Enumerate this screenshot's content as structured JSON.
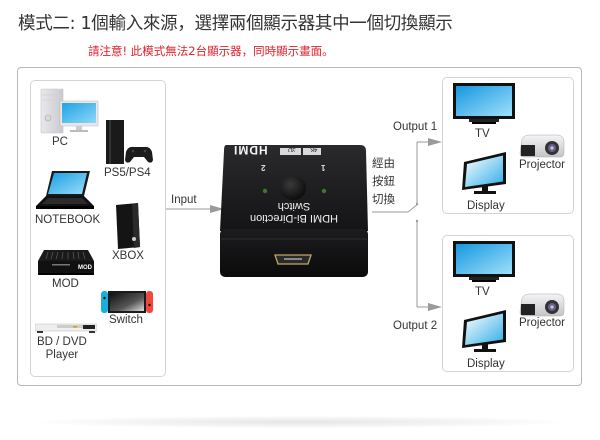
{
  "header": {
    "title": "模式二: 1個輸入來源，選擇兩個顯示器其中一個切換顯示",
    "notice": "請注意!  此模式無法2台顯示器，同時顯示畫面。"
  },
  "colors": {
    "notice": "#e0202a",
    "arrow": "#999999",
    "screen_blue": "#29a8e8"
  },
  "sources": {
    "items": [
      {
        "label": "PC",
        "icon": "desktop-pc-icon"
      },
      {
        "label": "PS5/PS4",
        "icon": "game-console-icon"
      },
      {
        "label": "NOTEBOOK",
        "icon": "laptop-icon"
      },
      {
        "label": "XBOX",
        "icon": "xbox-console-icon"
      },
      {
        "label": "MOD",
        "icon": "set-top-box-icon"
      },
      {
        "label": "Switch",
        "icon": "nintendo-switch-icon"
      },
      {
        "label_line1": "BD / DVD",
        "label_line2": "Player",
        "icon": "disc-player-icon"
      }
    ],
    "mod_badge": "MOD"
  },
  "input_label": "Input",
  "device": {
    "brand": "HDMI",
    "badge_3d": "3D",
    "badge_4k": "4K",
    "port2": "2",
    "port1": "1",
    "name_line1": "HDMI Bi-Direction",
    "name_line2": "Switch"
  },
  "switch_label": {
    "line1": "經由",
    "line2": "按鈕",
    "line3": "切換"
  },
  "outputs": [
    {
      "label": "Output 1",
      "devices": [
        "TV",
        "Projector",
        "Display"
      ]
    },
    {
      "label": "Output 2",
      "devices": [
        "TV",
        "Projector",
        "Display"
      ]
    }
  ]
}
